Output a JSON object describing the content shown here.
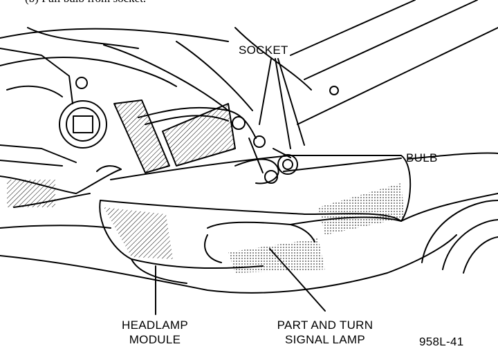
{
  "header_fragment": "(b) Pull bulb from socket.",
  "labels": {
    "socket": "SOCKET",
    "bulb": "BULB",
    "headlamp_line1": "HEADLAMP",
    "headlamp_line2": "MODULE",
    "part_turn_line1": "PART AND TURN",
    "part_turn_line2": "SIGNAL LAMP",
    "figure_number": "958L-41"
  },
  "colors": {
    "ink": "#000000",
    "paper": "#ffffff"
  }
}
